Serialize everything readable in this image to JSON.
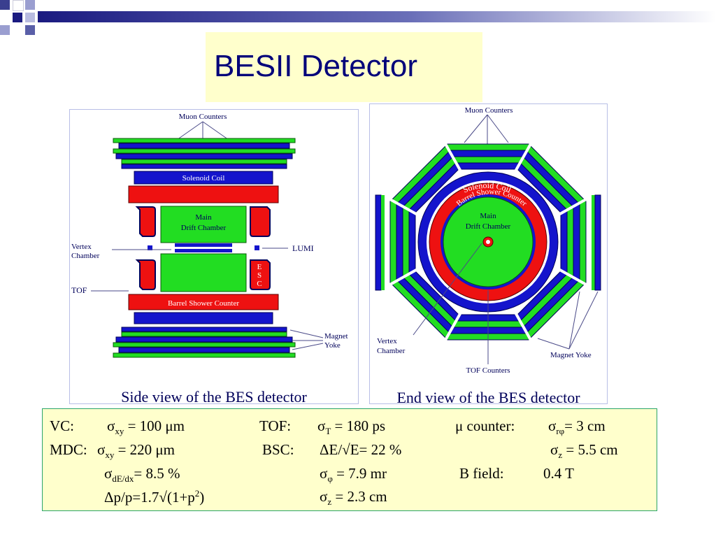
{
  "slide": {
    "title": "BESII Detector",
    "accent_colors": {
      "navy": "#1a1a80",
      "blue": "#1414cc",
      "green": "#22dd22",
      "red": "#ee1111",
      "title_bg": "#ffffcc"
    }
  },
  "side_view": {
    "caption": "Side view of the BES detector",
    "labels": {
      "muon": "Muon Counters",
      "solenoid": "Solenoid Coil",
      "main_l1": "Main",
      "main_l2": "Drift Chamber",
      "vertex_l1": "Vertex",
      "vertex_l2": "Chamber",
      "lumi": "LUMI",
      "esc1": "E",
      "esc2": "S",
      "esc3": "C",
      "tof": "TOF",
      "barrel": "Barrel Shower Counter",
      "magnet_l1": "Magnet",
      "magnet_l2": "Yoke"
    }
  },
  "end_view": {
    "caption": "End view of the BES detector",
    "labels": {
      "muon": "Muon Counters",
      "solenoid": "Solenoid Coil",
      "barrel": "Barrel Shower Counter",
      "main_l1": "Main",
      "main_l2": "Drift Chamber",
      "vertex_l1": "Vertex",
      "vertex_l2": "Chamber",
      "tof": "TOF Counters",
      "magnet": "Magnet Yoke"
    }
  },
  "parameters": {
    "vc_label": "VC:",
    "vc_sym": "σ",
    "vc_sub": "xy",
    "vc_val": "= 100  μm",
    "tof_label": "TOF:",
    "tof_sym": "σ",
    "tof_sub": "T",
    "tof_val": "= 180 ps",
    "mu_label": "μ counter:",
    "mu_sym1": "σ",
    "mu_sub1": "rφ",
    "mu_val1": "= 3 cm",
    "mu_sym2": "σ",
    "mu_sub2": "z",
    "mu_val2": "= 5.5 cm",
    "mdc_label": "MDC:",
    "mdc_sym1": "σ",
    "mdc_sub1": "xy",
    "mdc_val1": "=  220  μm",
    "mdc_sym2": "σ",
    "mdc_sub2": "dE/dx",
    "mdc_val2": "= 8.5 %",
    "mdc_res_pre": "Δp/p=1.7√(1+p",
    "mdc_res_sup": "2",
    "mdc_res_post": ")",
    "bsc_label": "BSC:",
    "bsc_res": "ΔE/√E= 22 %",
    "bsc_sym1": "σ",
    "bsc_sub1": "φ",
    "bsc_val1": "= 7.9 mr",
    "bsc_sym2": "σ",
    "bsc_sub2": "z",
    "bsc_val2": "= 2.3 cm",
    "b_label": "B field:",
    "b_val": "0.4 T"
  }
}
